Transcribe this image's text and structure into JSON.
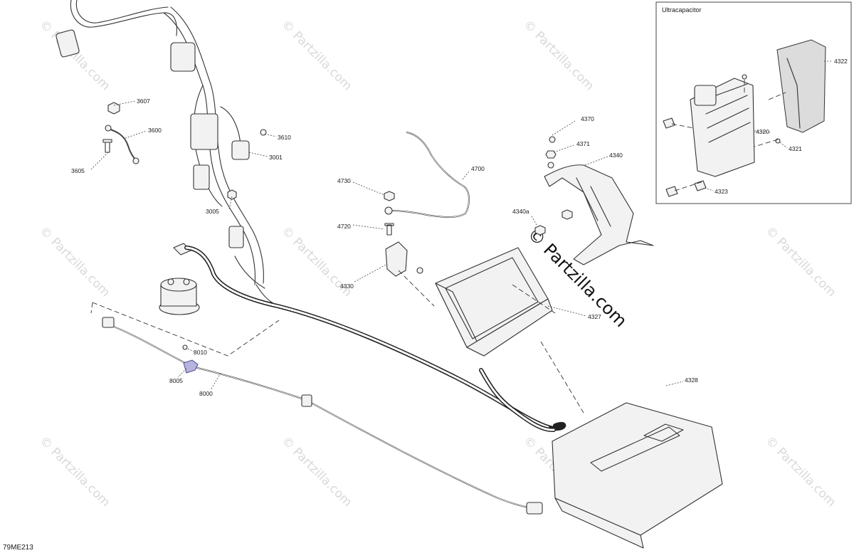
{
  "diagram_code": "79ME213",
  "inset": {
    "title": "Ultracapacitor"
  },
  "watermark": {
    "text": "© Partzilla.com",
    "center_text": "© Partzilla.com"
  },
  "callouts": {
    "c3607": "3607",
    "c3600": "3600",
    "c3605": "3605",
    "c3610": "3610",
    "c3001": "3001",
    "c3005": "3005",
    "c4370": "4370",
    "c4371": "4371",
    "c4340": "4340",
    "c4340a": "4340a",
    "c4730": "4730",
    "c4700": "4700",
    "c4720": "4720",
    "c4330": "4330",
    "c4327": "4327",
    "c4328": "4328",
    "c8010": "8010",
    "c8005": "8005",
    "c8000": "8000",
    "c4322": "4322",
    "c4320": "4320",
    "c4321": "4321",
    "c4323": "4323"
  }
}
